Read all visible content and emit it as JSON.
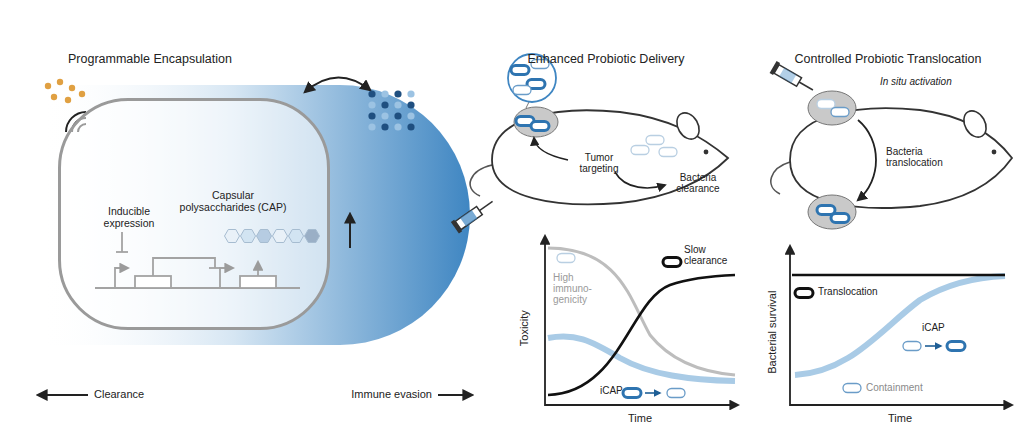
{
  "diagram": {
    "nodes": [
      {
        "text": [
          "Inducible expression",
          "Capsular polysaccharides (CAP)"
        ]
      }
    ],
    "labels": [
      "Programmable Encapsulation",
      "Clearance",
      "Immune evasion",
      "Enhanced Probiotic Delivery",
      "Tumor targeting",
      "Bacteria clearance",
      "Toxicity",
      "High immuno- genicity",
      "Slow clearance",
      "iCAP",
      "Time",
      "Controlled Probiotic Translocation",
      "In situ activation",
      "Bacteria translocation",
      "Bacterial survival",
      "Translocation",
      "iCAP",
      "Containment",
      "Time"
    ]
  }
}
